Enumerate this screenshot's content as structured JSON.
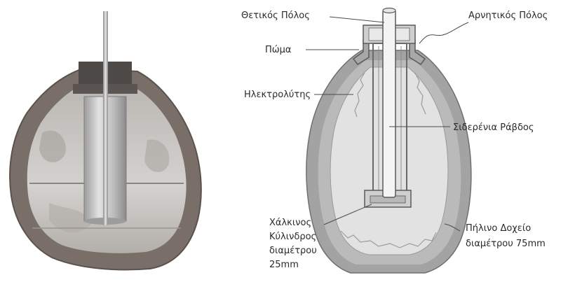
{
  "labels": {
    "positive_pole": "Θετικός Πόλος",
    "negative_pole": "Αρνητικός Πόλος",
    "lid": "Πώμα",
    "electrolyte": "Ηλεκτρολύτης",
    "iron_rod": "Σιδερένια Ράβδος",
    "copper_cylinder_line1": "Χάλκινος",
    "copper_cylinder_line2": "Κύλινδρος",
    "copper_cylinder_line3": "διαμέτρου",
    "copper_cylinder_line4": "25mm",
    "clay_jar_line1": "Πήλινο Δοχείο",
    "clay_jar_line2": "διαμέτρου 75mm"
  },
  "colors": {
    "clay_outer": "#9a9a9a",
    "clay_inner": "#c9c9c9",
    "electrolyte": "#dedede",
    "photo_shell": "#7a6f68",
    "photo_interior": "#cfcfcf",
    "photo_dark": "#4e4a47"
  }
}
